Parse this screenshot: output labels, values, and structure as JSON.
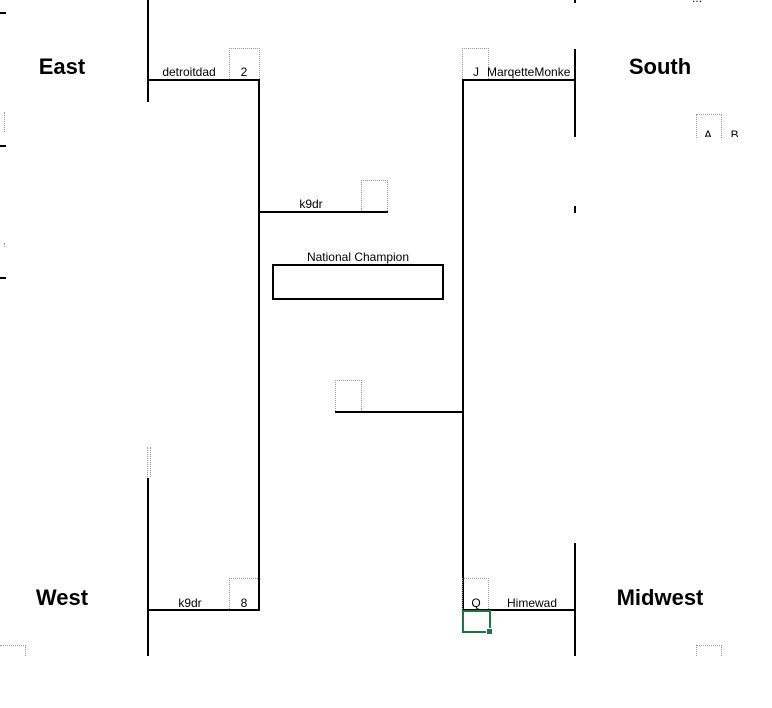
{
  "regions": {
    "east": "East",
    "south": "South",
    "west": "West",
    "midwest": "Midwest"
  },
  "bracket": {
    "east_winner": {
      "name": "detroitdad",
      "seed": "2"
    },
    "south_winner": {
      "name": "MarqetteMonke",
      "seed": "J"
    },
    "west_winner": {
      "name": "k9dr",
      "seed": "8"
    },
    "midwest_winner": {
      "name": "Himewad",
      "seed": "Q"
    },
    "semifinal_left_winner": "k9dr",
    "semifinal_right_winner": "",
    "champion_label": "National Champion",
    "champion_name": ""
  },
  "edge_fragments": {
    "top_right": "...",
    "right_side": "A B"
  },
  "colors": {
    "grid_line": "#000000",
    "dotted_border": "#9a9a9a",
    "selection": "#217346"
  }
}
